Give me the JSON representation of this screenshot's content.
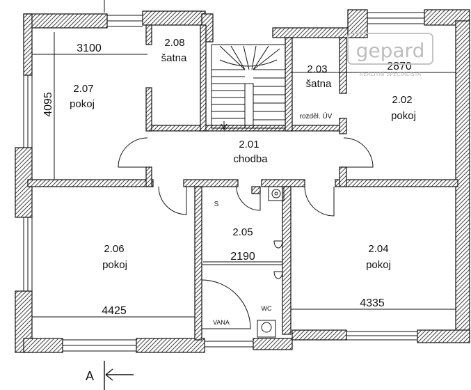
{
  "rooms": [
    {
      "id": "2.07",
      "name": "pokoj"
    },
    {
      "id": "2.08",
      "name": "šatna"
    },
    {
      "id": "2.03",
      "name": "šatna"
    },
    {
      "id": "2.02",
      "name": "pokoj"
    },
    {
      "id": "2.01",
      "name": "chodba"
    },
    {
      "id": "2.06",
      "name": "pokoj"
    },
    {
      "id": "2.05",
      "name": ""
    },
    {
      "id": "2.04",
      "name": "pokoj"
    }
  ],
  "dimensions": {
    "d3100": "3100",
    "d4095": "4095",
    "d2870": "2870",
    "d2190": "2190",
    "d4425": "4425",
    "d4335": "4335"
  },
  "fixtures": {
    "shower": "S",
    "bath": "VANA",
    "wc": "WC",
    "distribution": "rozděl. ÚV"
  },
  "section_mark": "A",
  "logo": {
    "brand": "gepard",
    "tagline": "REALITNÍ SPECIALISTA"
  },
  "colors": {
    "wall_line": "#111111",
    "hatch": "#555555",
    "logo": "#bdbdbd"
  }
}
